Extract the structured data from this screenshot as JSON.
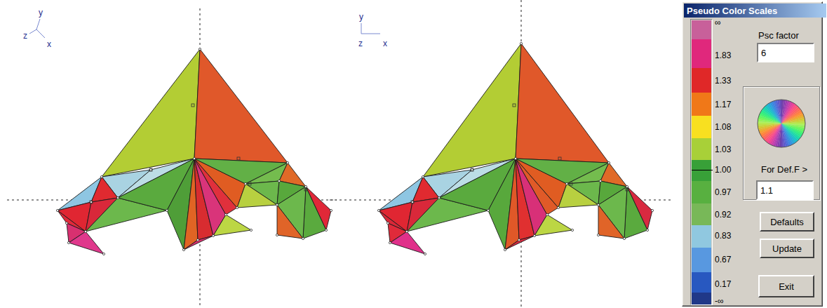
{
  "diagram": {
    "nodes": [
      {
        "text": [
          "Pseudo Color Scales"
        ]
      },
      {
        "text": [
          "Psc factor",
          "6"
        ],
        "in": 0
      },
      {
        "text": [
          "For Def.F >"
        ],
        "in": 0
      },
      {
        "text": [
          "1.1"
        ],
        "in": 2
      },
      {
        "text": [
          "Defaults"
        ],
        "in": 0
      },
      {
        "text": [
          "Update"
        ],
        "in": 0
      },
      {
        "text": [
          "Exit"
        ],
        "in": 0
      }
    ],
    "labels": [
      "y",
      "z",
      "x",
      "y",
      "z",
      "x"
    ],
    "legend": [
      {
        "text": "∞",
        "color": "#c8609a"
      },
      {
        "text": "1.83",
        "color": "#e0287c"
      },
      {
        "text": "1.33",
        "color": "#e02828"
      },
      {
        "text": "1.17",
        "color": "#f07818"
      },
      {
        "text": "1.08",
        "color": "#f8e020"
      },
      {
        "text": "1.03",
        "color": "#a8d038"
      },
      {
        "text": "1.00",
        "color": "#38a038"
      },
      {
        "text": "0.97",
        "color": "#58b040"
      },
      {
        "text": "0.92",
        "color": "#78b858"
      },
      {
        "text": "0.83",
        "color": "#90c8e0"
      },
      {
        "text": "0.67",
        "color": "#5898e0"
      },
      {
        "text": "0.17",
        "color": "#2858c0"
      },
      {
        "text": "-∞",
        "color": "#203888"
      }
    ]
  }
}
